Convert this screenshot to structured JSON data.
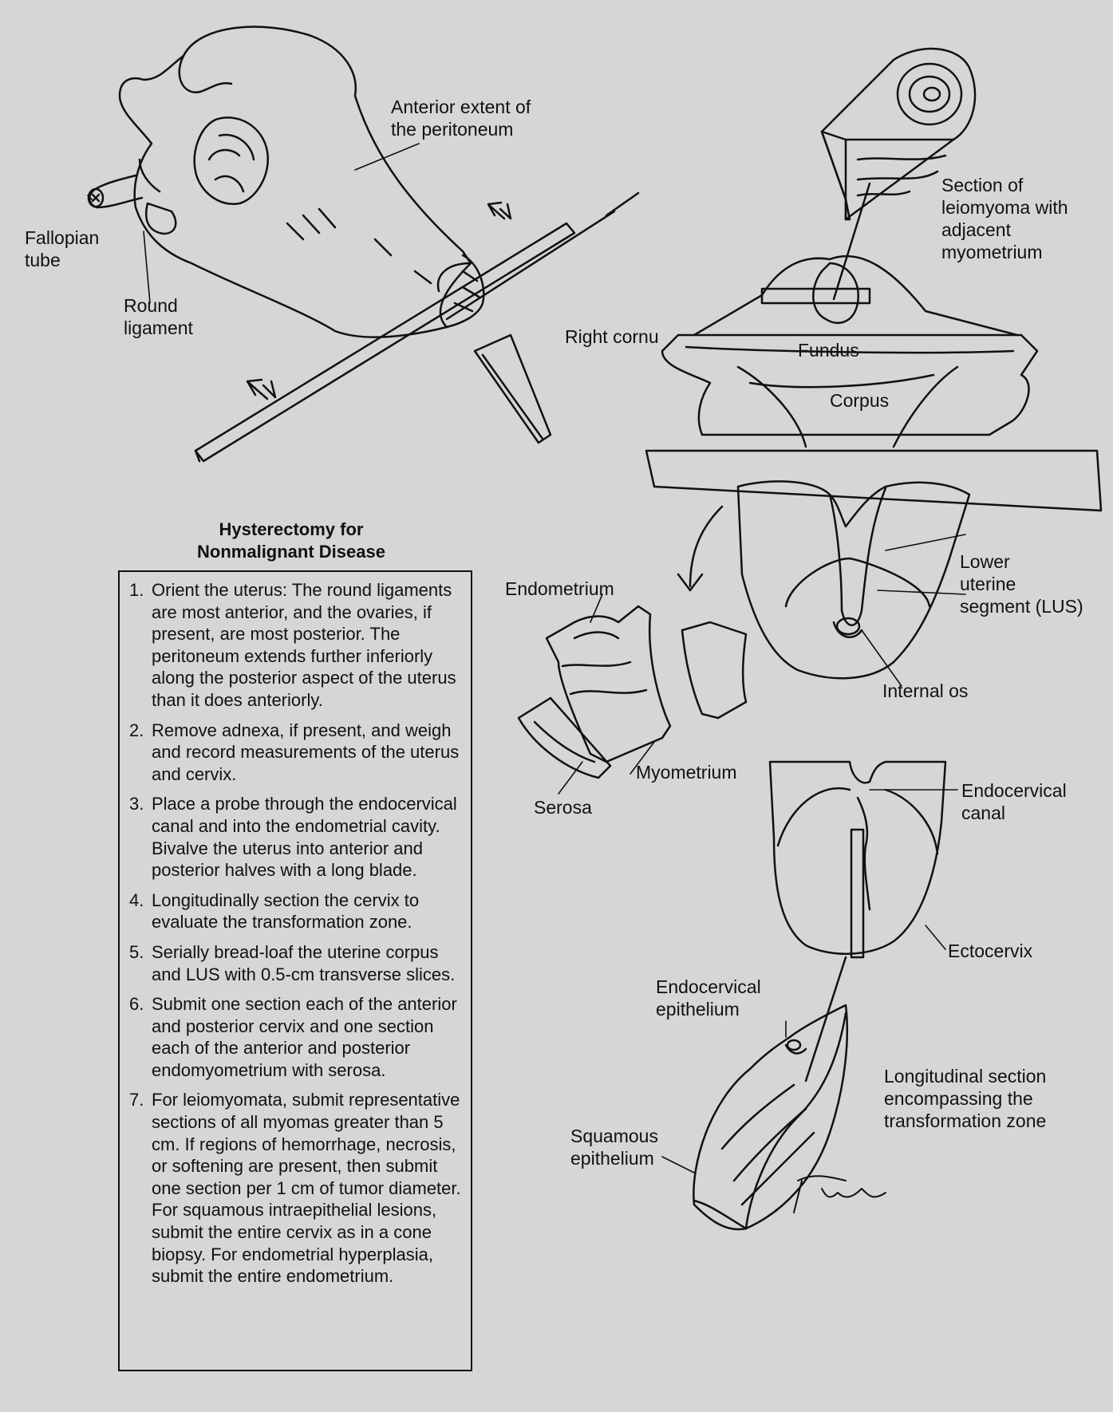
{
  "diagram": {
    "title_line1": "Hysterectomy for",
    "title_line2": "Nonmalignant Disease",
    "labels": {
      "anterior_extent_1": "Anterior extent of",
      "anterior_extent_2": "the peritoneum",
      "fallopian_1": "Fallopian",
      "fallopian_2": "tube",
      "round_lig_1": "Round",
      "round_lig_2": "ligament",
      "section_leio_1": "Section of",
      "section_leio_2": "leiomyoma with",
      "section_leio_3": "adjacent",
      "section_leio_4": "myometrium",
      "right_cornu": "Right cornu",
      "fundus": "Fundus",
      "corpus": "Corpus",
      "lower_uterine_1": "Lower",
      "lower_uterine_2": "uterine",
      "lower_uterine_3": "segment (LUS)",
      "endometrium": "Endometrium",
      "internal_os": "Internal os",
      "myometrium": "Myometrium",
      "serosa": "Serosa",
      "endocervical_canal_1": "Endocervical",
      "endocervical_canal_2": "canal",
      "ectocervix": "Ectocervix",
      "endocervical_epi_1": "Endocervical",
      "endocervical_epi_2": "epithelium",
      "longitudinal_1": "Longitudinal section",
      "longitudinal_2": "encompassing the",
      "longitudinal_3": "transformation zone",
      "squamous_1": "Squamous",
      "squamous_2": "epithelium"
    },
    "steps": [
      {
        "num": "1.",
        "text": "Orient the uterus: The round ligaments are most anterior, and the ovaries, if present, are most posterior. The peritoneum extends further inferiorly along the posterior aspect of the uterus than it does anteriorly."
      },
      {
        "num": "2.",
        "text": "Remove adnexa, if present, and weigh and record measurements of the uterus and cervix."
      },
      {
        "num": "3.",
        "text": "Place a probe through the endocervical canal and into the endometrial cavity. Bivalve the uterus into anterior and posterior halves with a long blade."
      },
      {
        "num": "4.",
        "text": "Longitudinally section the cervix to evaluate the transformation zone."
      },
      {
        "num": "5.",
        "text": "Serially bread-loaf the uterine corpus and LUS with 0.5-cm transverse slices."
      },
      {
        "num": "6.",
        "text": "Submit one section each of the anterior and posterior cervix and one section each of the anterior and posterior endomyometrium with serosa."
      },
      {
        "num": "7.",
        "text": "For leiomyomata, submit representative sections of all myomas greater than 5 cm. If regions of hemorrhage, necrosis, or softening are present, then submit one section per 1 cm of tumor diameter. For squamous intraepithelial lesions, submit the entire cervix as in a cone biopsy. For endometrial hyperplasia, submit the entire endometrium."
      }
    ]
  }
}
